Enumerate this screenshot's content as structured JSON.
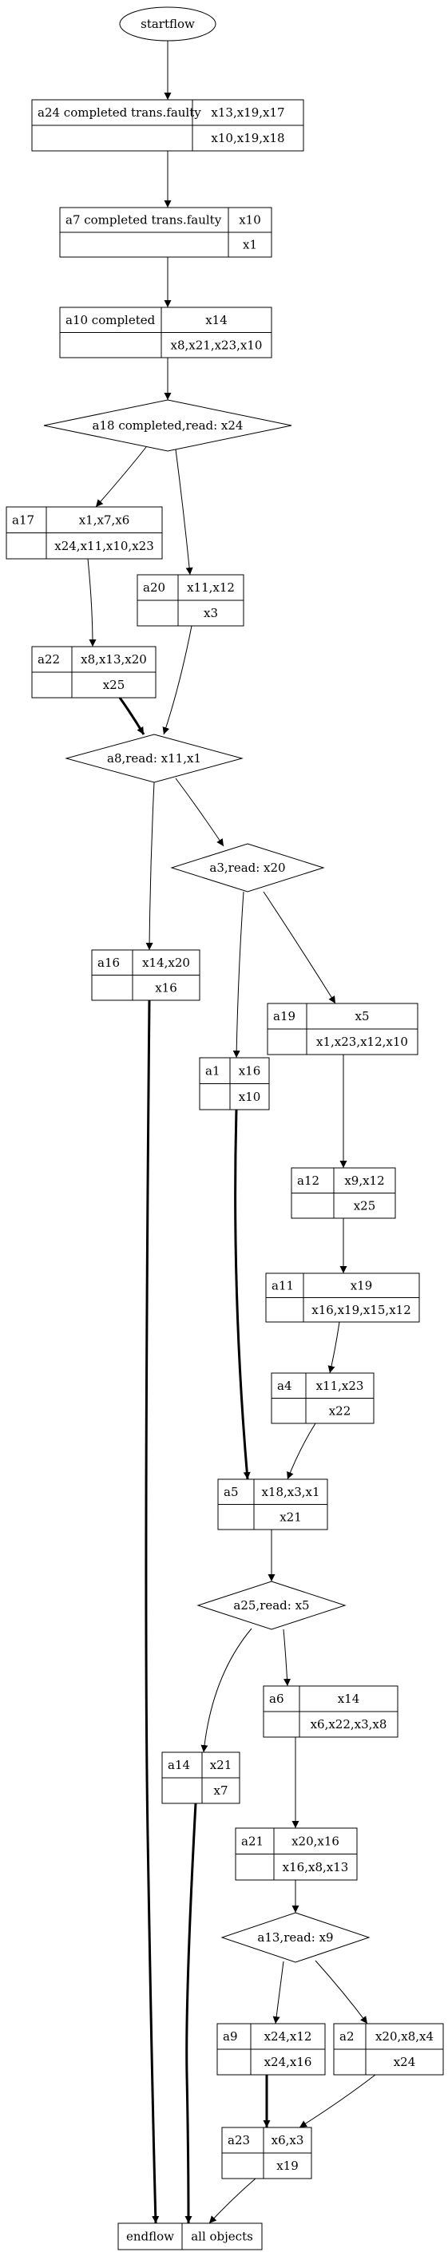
{
  "diagram": {
    "start": "startflow",
    "nodes": [
      {
        "id": "a24",
        "label": "a24 completed trans.faulty",
        "top": "x13,x19,x17",
        "bottom": "x10,x19,x18"
      },
      {
        "id": "a7",
        "label": "a7 completed trans.faulty",
        "top": "x10",
        "bottom": "x1"
      },
      {
        "id": "a10",
        "label": "a10 completed",
        "top": "x14",
        "bottom": "x8,x21,x23,x10"
      },
      {
        "id": "a18",
        "label": "a18 completed,read: x24"
      },
      {
        "id": "a17",
        "label": "a17",
        "top": "x1,x7,x6",
        "bottom": "x24,x11,x10,x23"
      },
      {
        "id": "a20",
        "label": "a20",
        "top": "x11,x12",
        "bottom": "x3"
      },
      {
        "id": "a22",
        "label": "a22",
        "top": "x8,x13,x20",
        "bottom": "x25"
      },
      {
        "id": "a8",
        "label": "a8,read: x11,x1"
      },
      {
        "id": "a3",
        "label": "a3,read: x20"
      },
      {
        "id": "a16",
        "label": "a16",
        "top": "x14,x20",
        "bottom": "x16"
      },
      {
        "id": "a19",
        "label": "a19",
        "top": "x5",
        "bottom": "x1,x23,x12,x10"
      },
      {
        "id": "a1",
        "label": "a1",
        "top": "x16",
        "bottom": "x10"
      },
      {
        "id": "a12",
        "label": "a12",
        "top": "x9,x12",
        "bottom": "x25"
      },
      {
        "id": "a11",
        "label": "a11",
        "top": "x19",
        "bottom": "x16,x19,x15,x12"
      },
      {
        "id": "a4",
        "label": "a4",
        "top": "x11,x23",
        "bottom": "x22"
      },
      {
        "id": "a5",
        "label": "a5",
        "top": "x18,x3,x1",
        "bottom": "x21"
      },
      {
        "id": "a25",
        "label": "a25,read: x5"
      },
      {
        "id": "a6",
        "label": "a6",
        "top": "x14",
        "bottom": "x6,x22,x3,x8"
      },
      {
        "id": "a14",
        "label": "a14",
        "top": "x21",
        "bottom": "x7"
      },
      {
        "id": "a21",
        "label": "a21",
        "top": "x20,x16",
        "bottom": "x16,x8,x13"
      },
      {
        "id": "a13",
        "label": "a13,read: x9"
      },
      {
        "id": "a9",
        "label": "a9",
        "top": "x24,x12",
        "bottom": "x24,x16"
      },
      {
        "id": "a2",
        "label": "a2",
        "top": "x20,x8,x4",
        "bottom": "x24"
      },
      {
        "id": "a23",
        "label": "a23",
        "top": "x6,x3",
        "bottom": "x19"
      },
      {
        "id": "endflow",
        "label": "endflow",
        "top": "all objects",
        "bottom": ""
      }
    ],
    "edges": [
      {
        "from": "startflow",
        "to": "a24"
      },
      {
        "from": "a24",
        "to": "a7"
      },
      {
        "from": "a7",
        "to": "a10"
      },
      {
        "from": "a10",
        "to": "a18"
      },
      {
        "from": "a18",
        "to": "a17"
      },
      {
        "from": "a18",
        "to": "a20"
      },
      {
        "from": "a17",
        "to": "a22"
      },
      {
        "from": "a22",
        "to": "a8",
        "bold": true
      },
      {
        "from": "a20",
        "to": "a8"
      },
      {
        "from": "a8",
        "to": "a16"
      },
      {
        "from": "a8",
        "to": "a3"
      },
      {
        "from": "a3",
        "to": "a1"
      },
      {
        "from": "a3",
        "to": "a19"
      },
      {
        "from": "a19",
        "to": "a12"
      },
      {
        "from": "a12",
        "to": "a11"
      },
      {
        "from": "a11",
        "to": "a4"
      },
      {
        "from": "a1",
        "to": "a5",
        "bold": true
      },
      {
        "from": "a4",
        "to": "a5"
      },
      {
        "from": "a5",
        "to": "a25"
      },
      {
        "from": "a25",
        "to": "a14"
      },
      {
        "from": "a25",
        "to": "a6"
      },
      {
        "from": "a6",
        "to": "a21"
      },
      {
        "from": "a21",
        "to": "a13"
      },
      {
        "from": "a13",
        "to": "a9"
      },
      {
        "from": "a13",
        "to": "a2"
      },
      {
        "from": "a9",
        "to": "a23",
        "bold": true
      },
      {
        "from": "a2",
        "to": "a23"
      },
      {
        "from": "a16",
        "to": "endflow",
        "bold": true
      },
      {
        "from": "a14",
        "to": "endflow",
        "bold": true
      },
      {
        "from": "a23",
        "to": "endflow"
      }
    ]
  }
}
